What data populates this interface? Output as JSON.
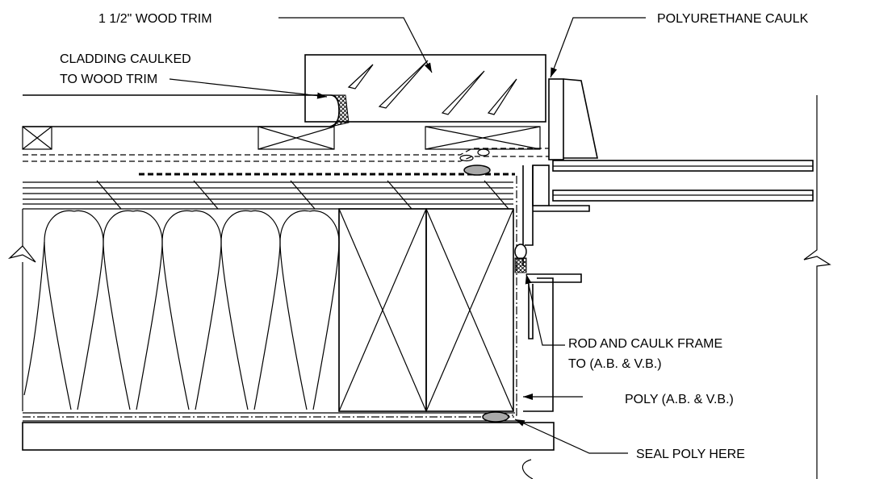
{
  "diagram": {
    "labels": {
      "wood_trim": "1 1/2\"  WOOD TRIM",
      "polyurethane_caulk": "POLYURETHANE CAULK",
      "cladding_line1": "CLADDING CAULKED",
      "cladding_line2": "TO WOOD TRIM",
      "rod_caulk_line1": "ROD AND CAULK FRAME",
      "rod_caulk_line2": "TO (A.B. & V.B.)",
      "poly": "POLY (A.B. & V.B.)",
      "seal_poly": "SEAL POLY HERE"
    },
    "colors": {
      "line": "#000000",
      "background": "#ffffff",
      "seal_fill": "#a9a9a9"
    }
  }
}
